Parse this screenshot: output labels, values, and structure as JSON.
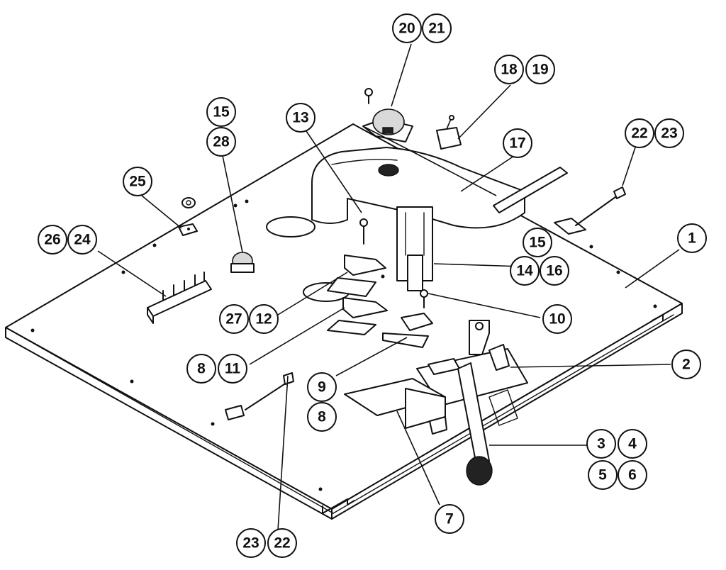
{
  "diagram": {
    "callouts": [
      {
        "id": "c20",
        "label": "20"
      },
      {
        "id": "c21",
        "label": "21"
      },
      {
        "id": "c18",
        "label": "18"
      },
      {
        "id": "c19",
        "label": "19"
      },
      {
        "id": "c15a",
        "label": "15"
      },
      {
        "id": "c28",
        "label": "28"
      },
      {
        "id": "c13",
        "label": "13"
      },
      {
        "id": "c17",
        "label": "17"
      },
      {
        "id": "c22a",
        "label": "22"
      },
      {
        "id": "c23a",
        "label": "23"
      },
      {
        "id": "c25",
        "label": "25"
      },
      {
        "id": "c26",
        "label": "26"
      },
      {
        "id": "c24",
        "label": "24"
      },
      {
        "id": "c1",
        "label": "1"
      },
      {
        "id": "c15b",
        "label": "15"
      },
      {
        "id": "c14",
        "label": "14"
      },
      {
        "id": "c16",
        "label": "16"
      },
      {
        "id": "c27",
        "label": "27"
      },
      {
        "id": "c12",
        "label": "12"
      },
      {
        "id": "c10",
        "label": "10"
      },
      {
        "id": "c8a",
        "label": "8"
      },
      {
        "id": "c11",
        "label": "11"
      },
      {
        "id": "c2",
        "label": "2"
      },
      {
        "id": "c9",
        "label": "9"
      },
      {
        "id": "c8b",
        "label": "8"
      },
      {
        "id": "c3",
        "label": "3"
      },
      {
        "id": "c4",
        "label": "4"
      },
      {
        "id": "c5",
        "label": "5"
      },
      {
        "id": "c6",
        "label": "6"
      },
      {
        "id": "c7",
        "label": "7"
      },
      {
        "id": "c23b",
        "label": "23"
      },
      {
        "id": "c22b",
        "label": "22"
      }
    ]
  }
}
